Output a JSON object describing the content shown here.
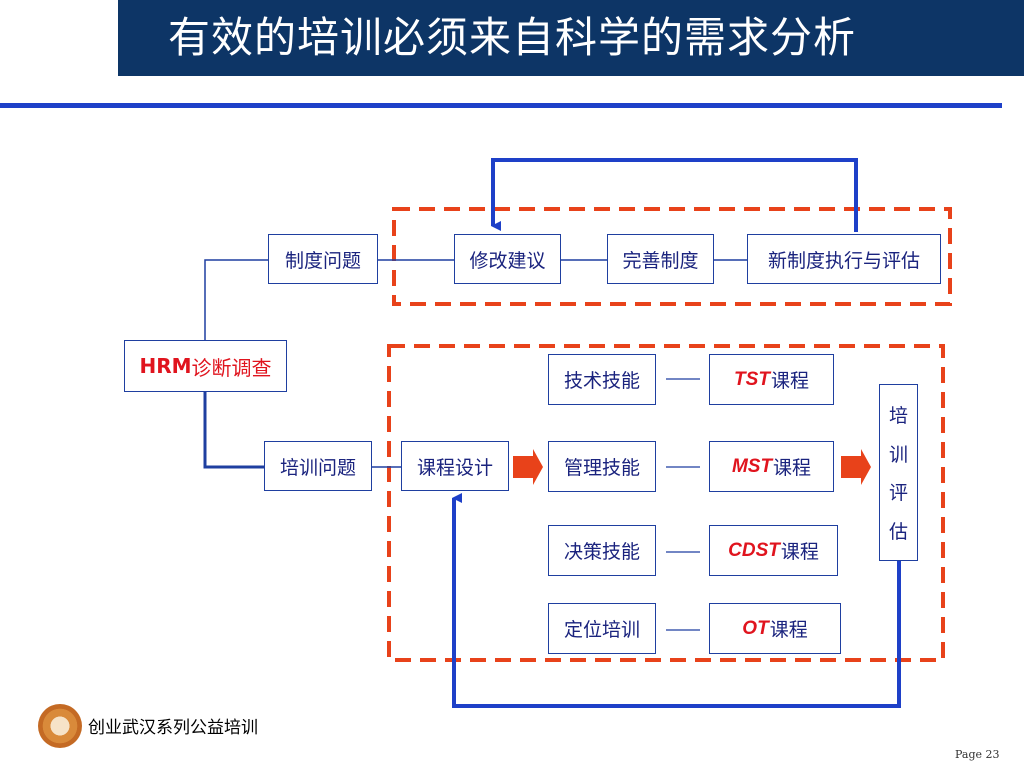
{
  "title": "有效的培训必须来自科学的需求分析",
  "hrm": {
    "prefix": "HRM",
    "suffix": "诊断调查"
  },
  "top_row": [
    "制度问题",
    "修改建议",
    "完善制度",
    "新制度执行与评估"
  ],
  "training_problem": "培训问题",
  "course_design": "课程设计",
  "skills": [
    "技术技能",
    "管理技能",
    "决策技能",
    "定位培训"
  ],
  "courses": [
    {
      "code": "TST",
      "suffix": "课程"
    },
    {
      "code": "MST",
      "suffix": "课程"
    },
    {
      "code": "CDST",
      "suffix": "课程"
    },
    {
      "code": "OT",
      "suffix": "课程"
    }
  ],
  "evaluation_chars": [
    "培",
    "训",
    "评",
    "估"
  ],
  "footer": {
    "org": "创业武汉系列公益培训",
    "page": "Page 23"
  },
  "colors": {
    "title_bg": "#0d3566",
    "rule": "#1e40c8",
    "dashed": "#e8421a",
    "arrow": "#1e40c8",
    "accent": "#e0141e"
  }
}
